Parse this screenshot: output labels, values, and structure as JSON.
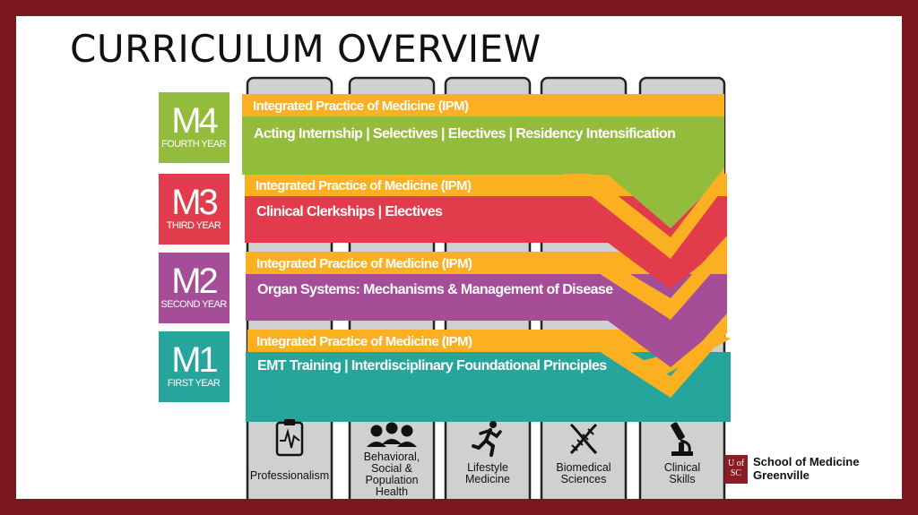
{
  "slide": {
    "title": "CURRICULUM OVERVIEW"
  },
  "years": [
    {
      "code": "M4",
      "name": "FOURTH YEAR",
      "color": "#94bc3c",
      "ipm": "Integrated Practice of Medicine (IPM)",
      "band": "Acting Internship  | Selectives  | Electives  |  Residency Intensification"
    },
    {
      "code": "M3",
      "name": "THIRD YEAR",
      "color": "#e23c4c",
      "ipm": "Integrated Practice of Medicine (IPM)",
      "band": "Clinical Clerkships  |  Electives"
    },
    {
      "code": "M2",
      "name": "SECOND YEAR",
      "color": "#a64d98",
      "ipm": "Integrated Practice of Medicine (IPM)",
      "band": "Organ Systems: Mechanisms & Management of Disease"
    },
    {
      "code": "M1",
      "name": "FIRST YEAR",
      "color": "#26a59c",
      "ipm": "Integrated Practice of Medicine (IPM)",
      "band": "EMT Training   |  Interdisciplinary Foundational Principles"
    }
  ],
  "ipm_color": "#fbb022",
  "pillars": [
    {
      "icon": "clipboard-heartbeat-icon",
      "lines": [
        "Professionalism"
      ]
    },
    {
      "icon": "people-group-icon",
      "lines": [
        "Behavioral,",
        "Social &",
        "Population",
        "Health"
      ]
    },
    {
      "icon": "running-person-icon",
      "lines": [
        "Lifestyle",
        "Medicine"
      ]
    },
    {
      "icon": "dna-icon",
      "lines": [
        "Biomedical",
        "Sciences"
      ]
    },
    {
      "icon": "microscope-icon",
      "lines": [
        "Clinical",
        "Skills"
      ]
    }
  ],
  "logo": {
    "badge": "U of SC",
    "line1": "School of Medicine",
    "line2": "Greenville"
  },
  "frame_color": "#7d1620"
}
